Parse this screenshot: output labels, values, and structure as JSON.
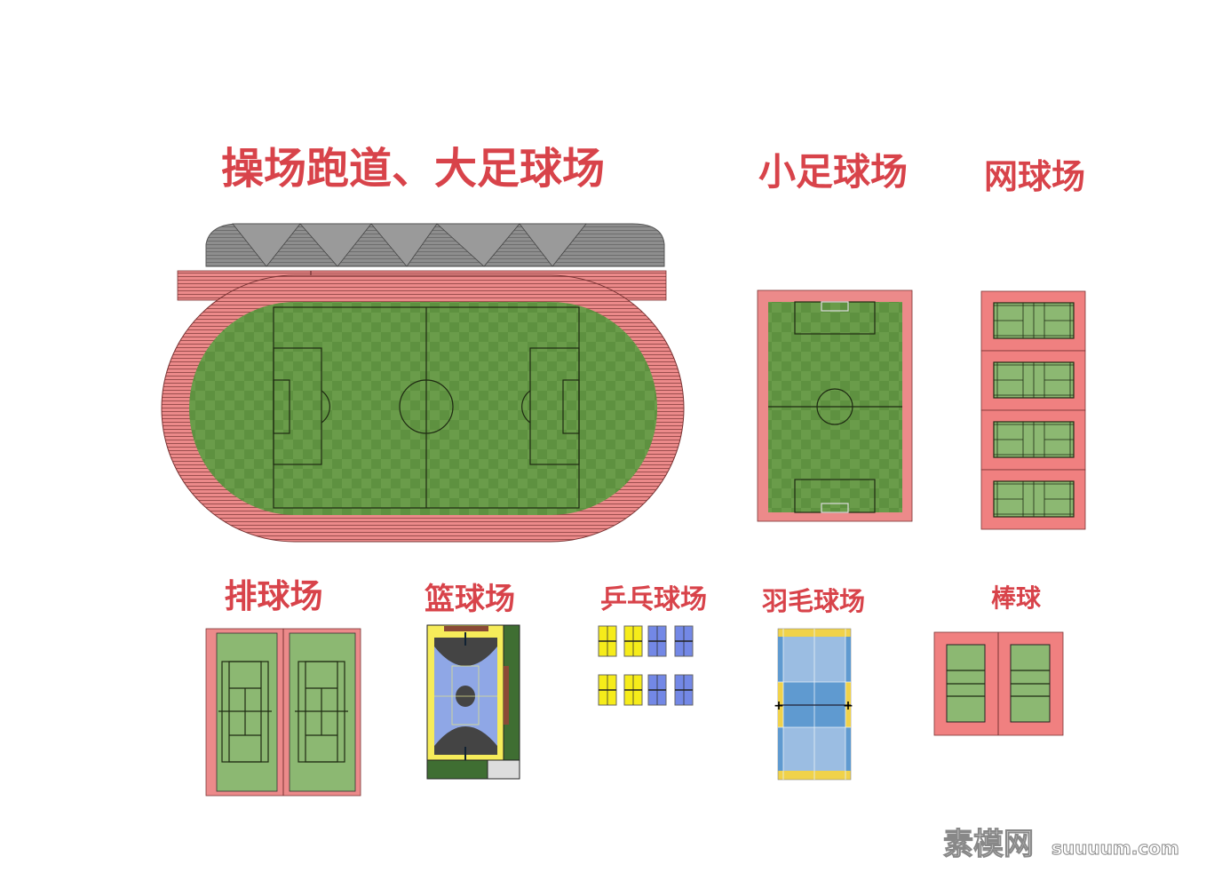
{
  "titles": {
    "stadium": "操场跑道、大足球场",
    "small_football": "小足球场",
    "tennis": "网球场",
    "volleyball": "排球场",
    "basketball": "篮球场",
    "table_tennis": "乒乓球场",
    "badminton": "羽毛球场",
    "baseball": "棒球"
  },
  "watermark": {
    "cn": "素模网",
    "domain": "suuuum.com"
  },
  "colors": {
    "title": "#d8434a",
    "track": "#ec8a8a",
    "grass": "#5e9140",
    "court_green": "#8cb872",
    "stands": "#8c8c8c",
    "tt_yellow": "#f6ec1a",
    "tt_blue": "#7388e6",
    "badminton_blue": "#8fb4dc"
  }
}
